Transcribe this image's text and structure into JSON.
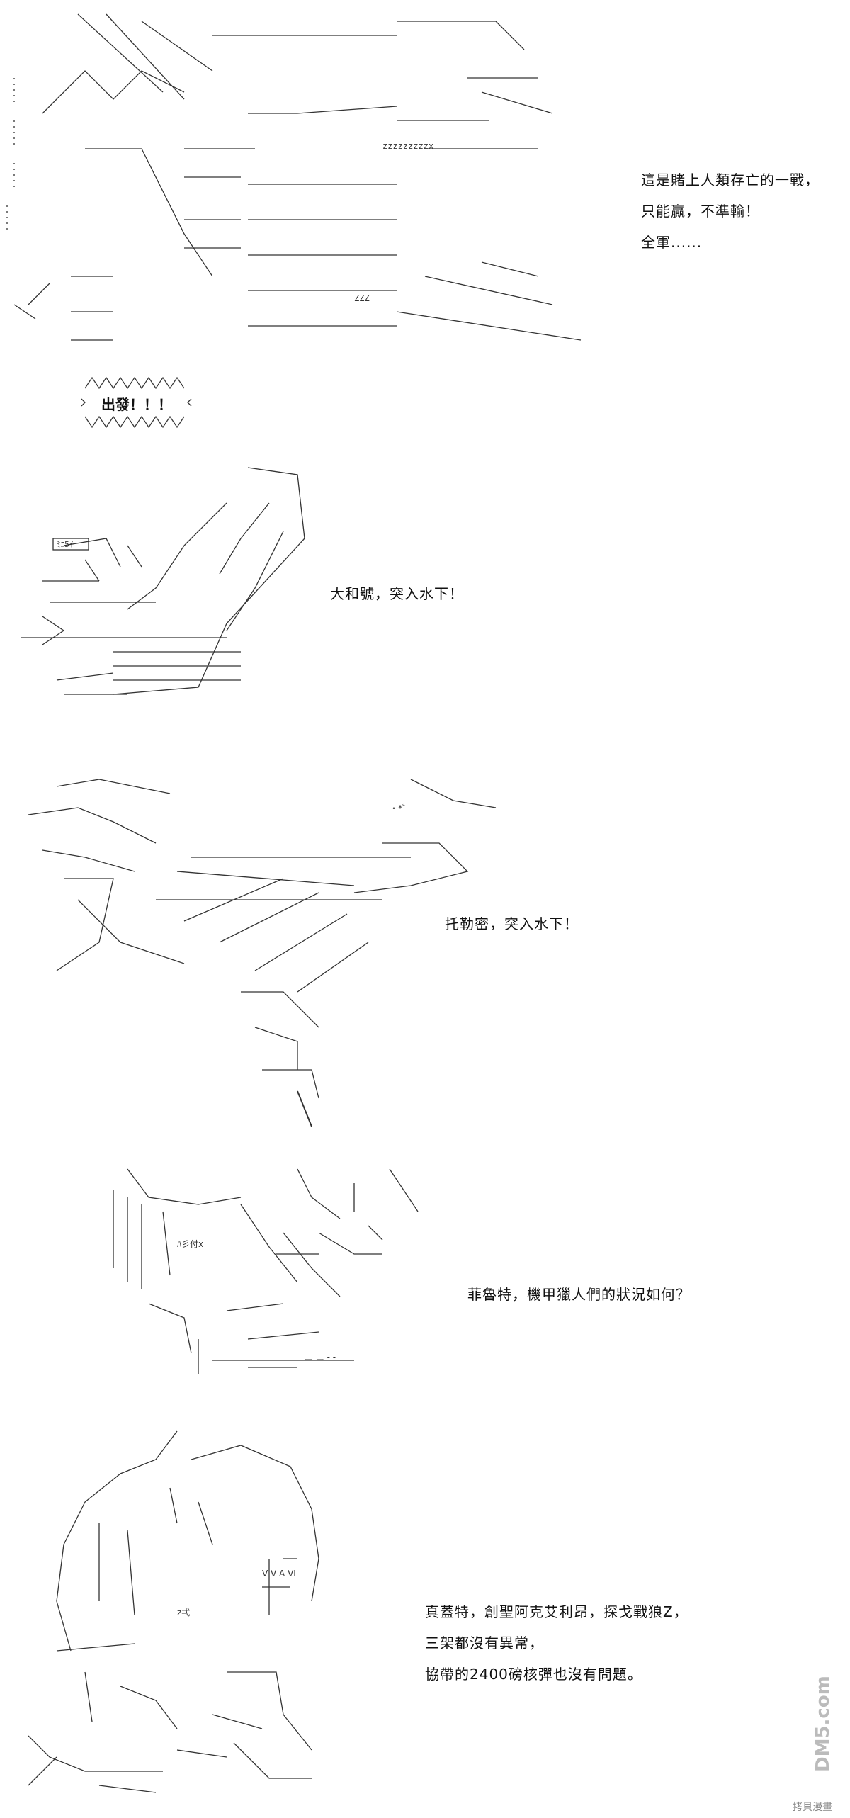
{
  "panels": [
    {
      "lines": [
        "這是賭上人類存亡的一戰，",
        "只能贏，不準輸！",
        "全軍......"
      ]
    },
    {
      "shout": "出發！！！"
    },
    {
      "lines": [
        "大和號，突入水下！"
      ]
    },
    {
      "lines": [
        "托勒密，突入水下！"
      ]
    },
    {
      "lines": [
        "菲魯特，機甲獵人們的狀況如何？"
      ]
    },
    {
      "lines": [
        "真蓋特，創聖阿克艾利昂，探戈戰狼Z，",
        "三架都沒有異常，",
        "協帶的2400磅核彈也沒有問題。"
      ]
    }
  ],
  "watermark": {
    "logo": "DM5.com",
    "site": "拷貝漫畫"
  }
}
